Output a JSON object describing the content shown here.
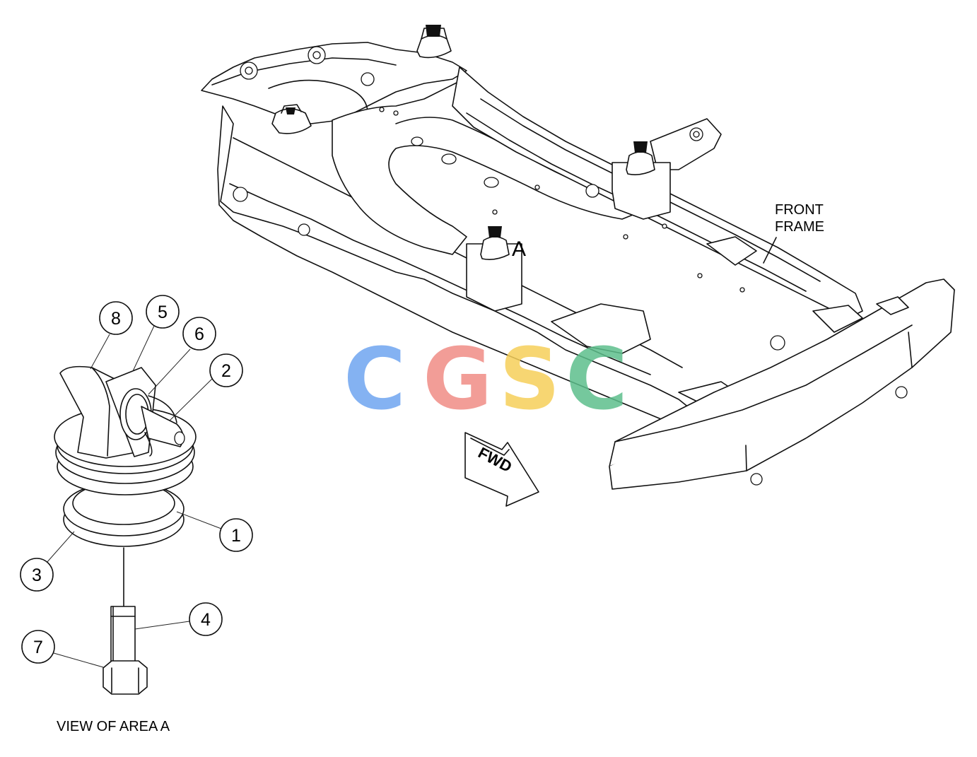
{
  "labels": {
    "front_frame_line1": "FRONT",
    "front_frame_line2": "FRAME",
    "area_marker": "A",
    "fwd": "FWD",
    "view_caption": "VIEW OF AREA A"
  },
  "callouts": [
    "1",
    "2",
    "3",
    "4",
    "5",
    "6",
    "7",
    "8"
  ],
  "watermark": {
    "letters": [
      "C",
      "G",
      "S",
      "C"
    ],
    "colors": [
      "#6FA5F0",
      "#F08C86",
      "#F6D05A",
      "#5DBF8C"
    ]
  }
}
